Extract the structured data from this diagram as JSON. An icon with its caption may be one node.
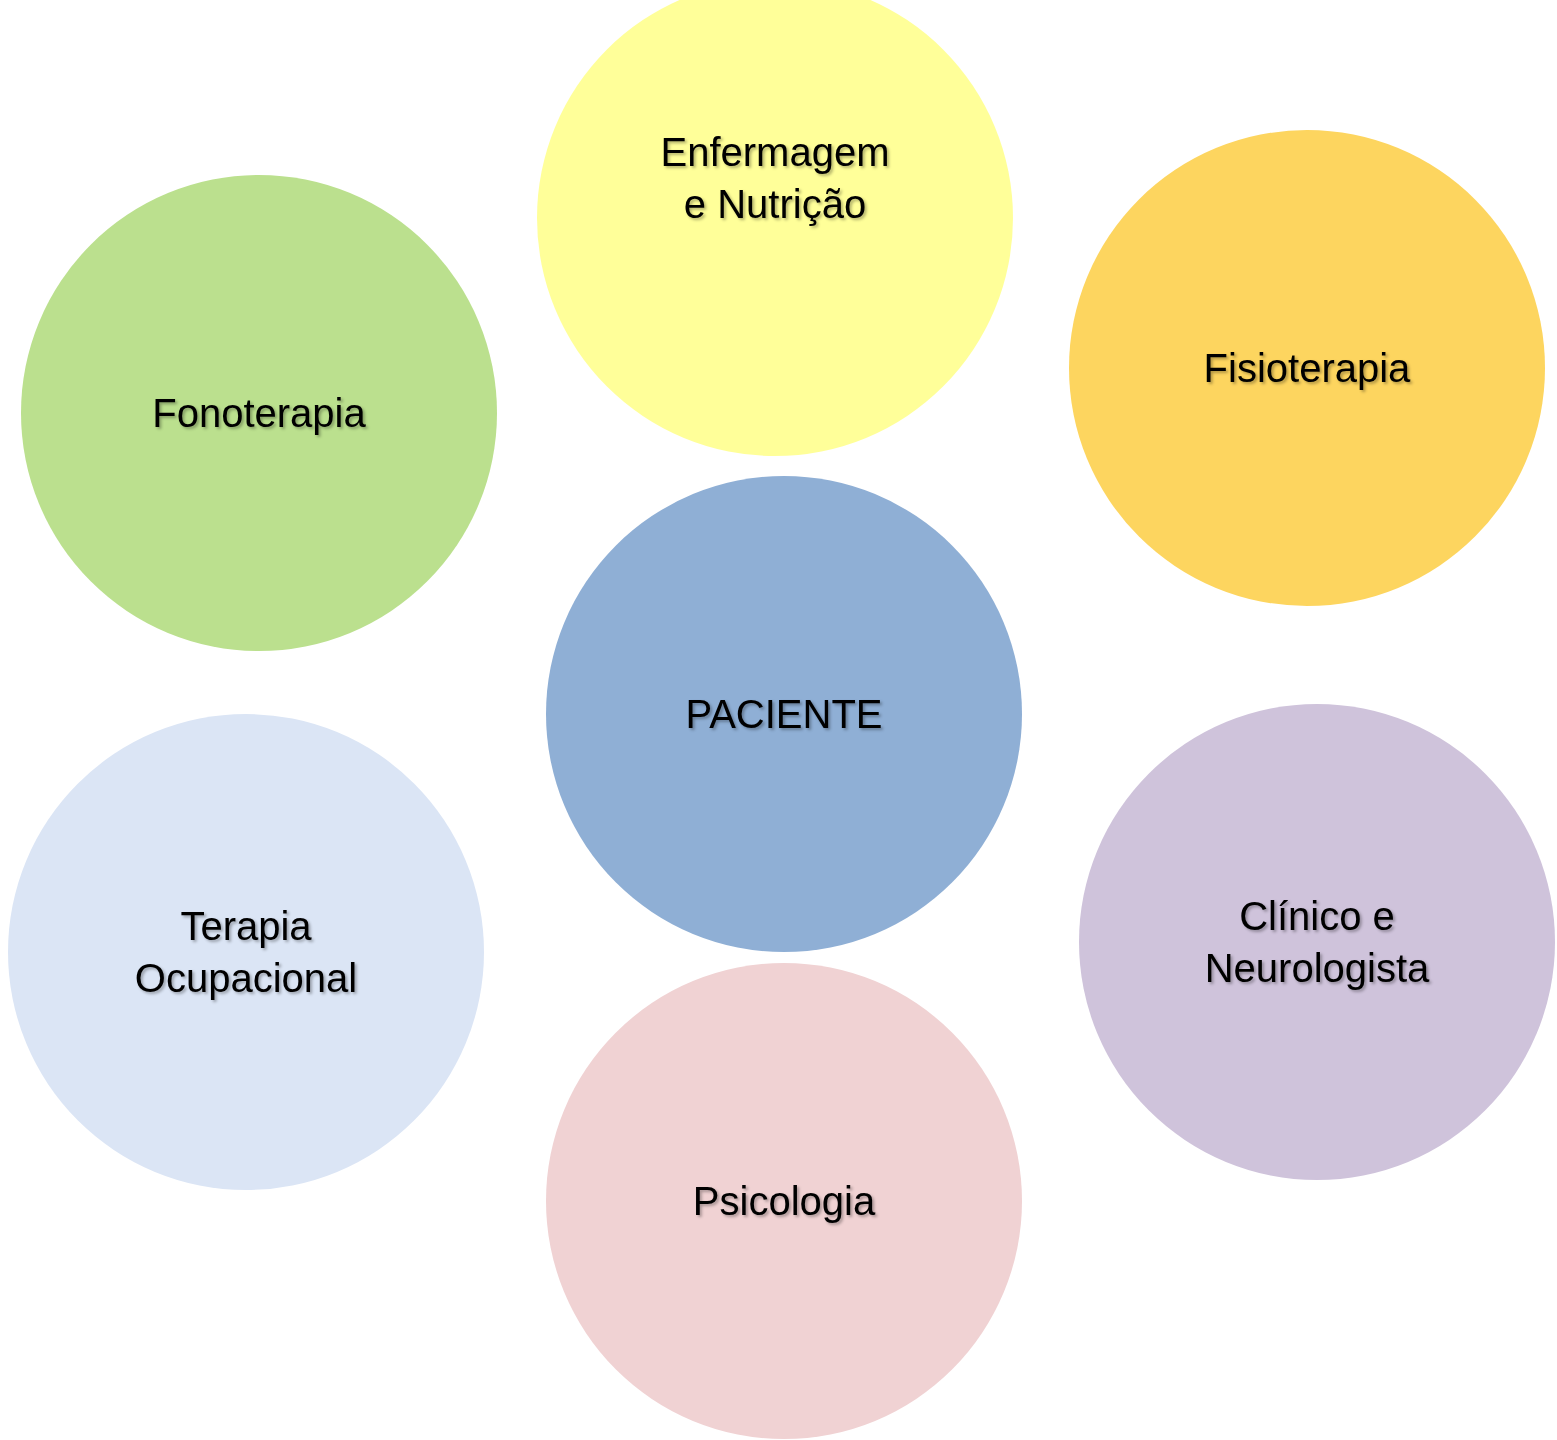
{
  "diagram": {
    "nodes": [
      {
        "text": [
          "Enfermagem e Nutrição"
        ]
      },
      {
        "text": [
          "Fisioterapia"
        ]
      },
      {
        "text": [
          "Fonoterapia"
        ]
      },
      {
        "text": [
          "PACIENTE"
        ]
      },
      {
        "text": [
          "Clínico e Neurologista"
        ]
      },
      {
        "text": [
          "Terapia Ocupacional"
        ]
      },
      {
        "text": [
          "Psicologia"
        ]
      }
    ],
    "edges": []
  }
}
